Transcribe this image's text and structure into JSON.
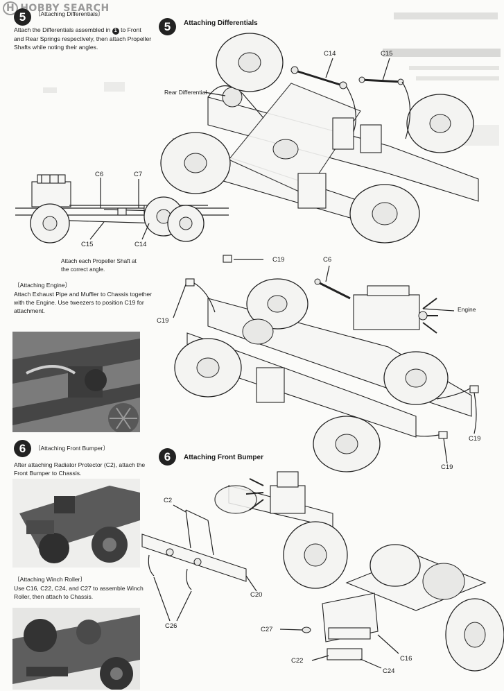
{
  "watermark": "HOBBY SEARCH",
  "watermark_badge": "H",
  "left_column": {
    "step5": {
      "number": "5",
      "title": "〔Attaching Differentials〕",
      "text_before_icon": "Attach the Differentials assembled in",
      "icon": "1",
      "text_after_icon": " to Front and Rear Springs respectively, then attach Propeller Shafts while noting their angles."
    },
    "side_view_labels": {
      "c6": "C6",
      "c7": "C7",
      "c15": "C15",
      "c14": "C14"
    },
    "side_view_note": "Attach each Propeller Shaft at the correct angle.",
    "engine": {
      "title": "〔Attaching Engine〕",
      "text": "Attach Exhaust Pipe and Muffler to Chassis together with the Engine. Use tweezers to position C19 for attachment."
    },
    "step6": {
      "number": "6",
      "title": "〔Attaching Front Bumper〕",
      "text": "After attaching Radiator Protector (C2), attach the Front Bumper to Chassis."
    },
    "winch": {
      "title": "〔Attaching Winch Roller〕",
      "text": "Use C16, C22, C24, and C27 to assemble Winch Roller, then attach to Chassis."
    }
  },
  "main": {
    "step5": {
      "number": "5",
      "title": "Attaching Differentials"
    },
    "step5_labels": {
      "c14": "C14",
      "c15": "C15",
      "rear_diff": "Rear Differential",
      "c19_a": "C19",
      "c6": "C6",
      "c19_b": "C19",
      "engine": "Engine",
      "c19_c": "C19",
      "c19_d": "C19"
    },
    "step6": {
      "number": "6",
      "title": "Attaching Front Bumper"
    },
    "step6_labels": {
      "c2": "C2",
      "c20": "C20",
      "c26": "C26",
      "c27": "C27",
      "c16": "C16",
      "c22": "C22",
      "c24": "C24"
    }
  },
  "colors": {
    "paper": "#fbfbf9",
    "ink": "#1a1a1a",
    "badge": "#222222",
    "photo": "#6a6a6a"
  }
}
